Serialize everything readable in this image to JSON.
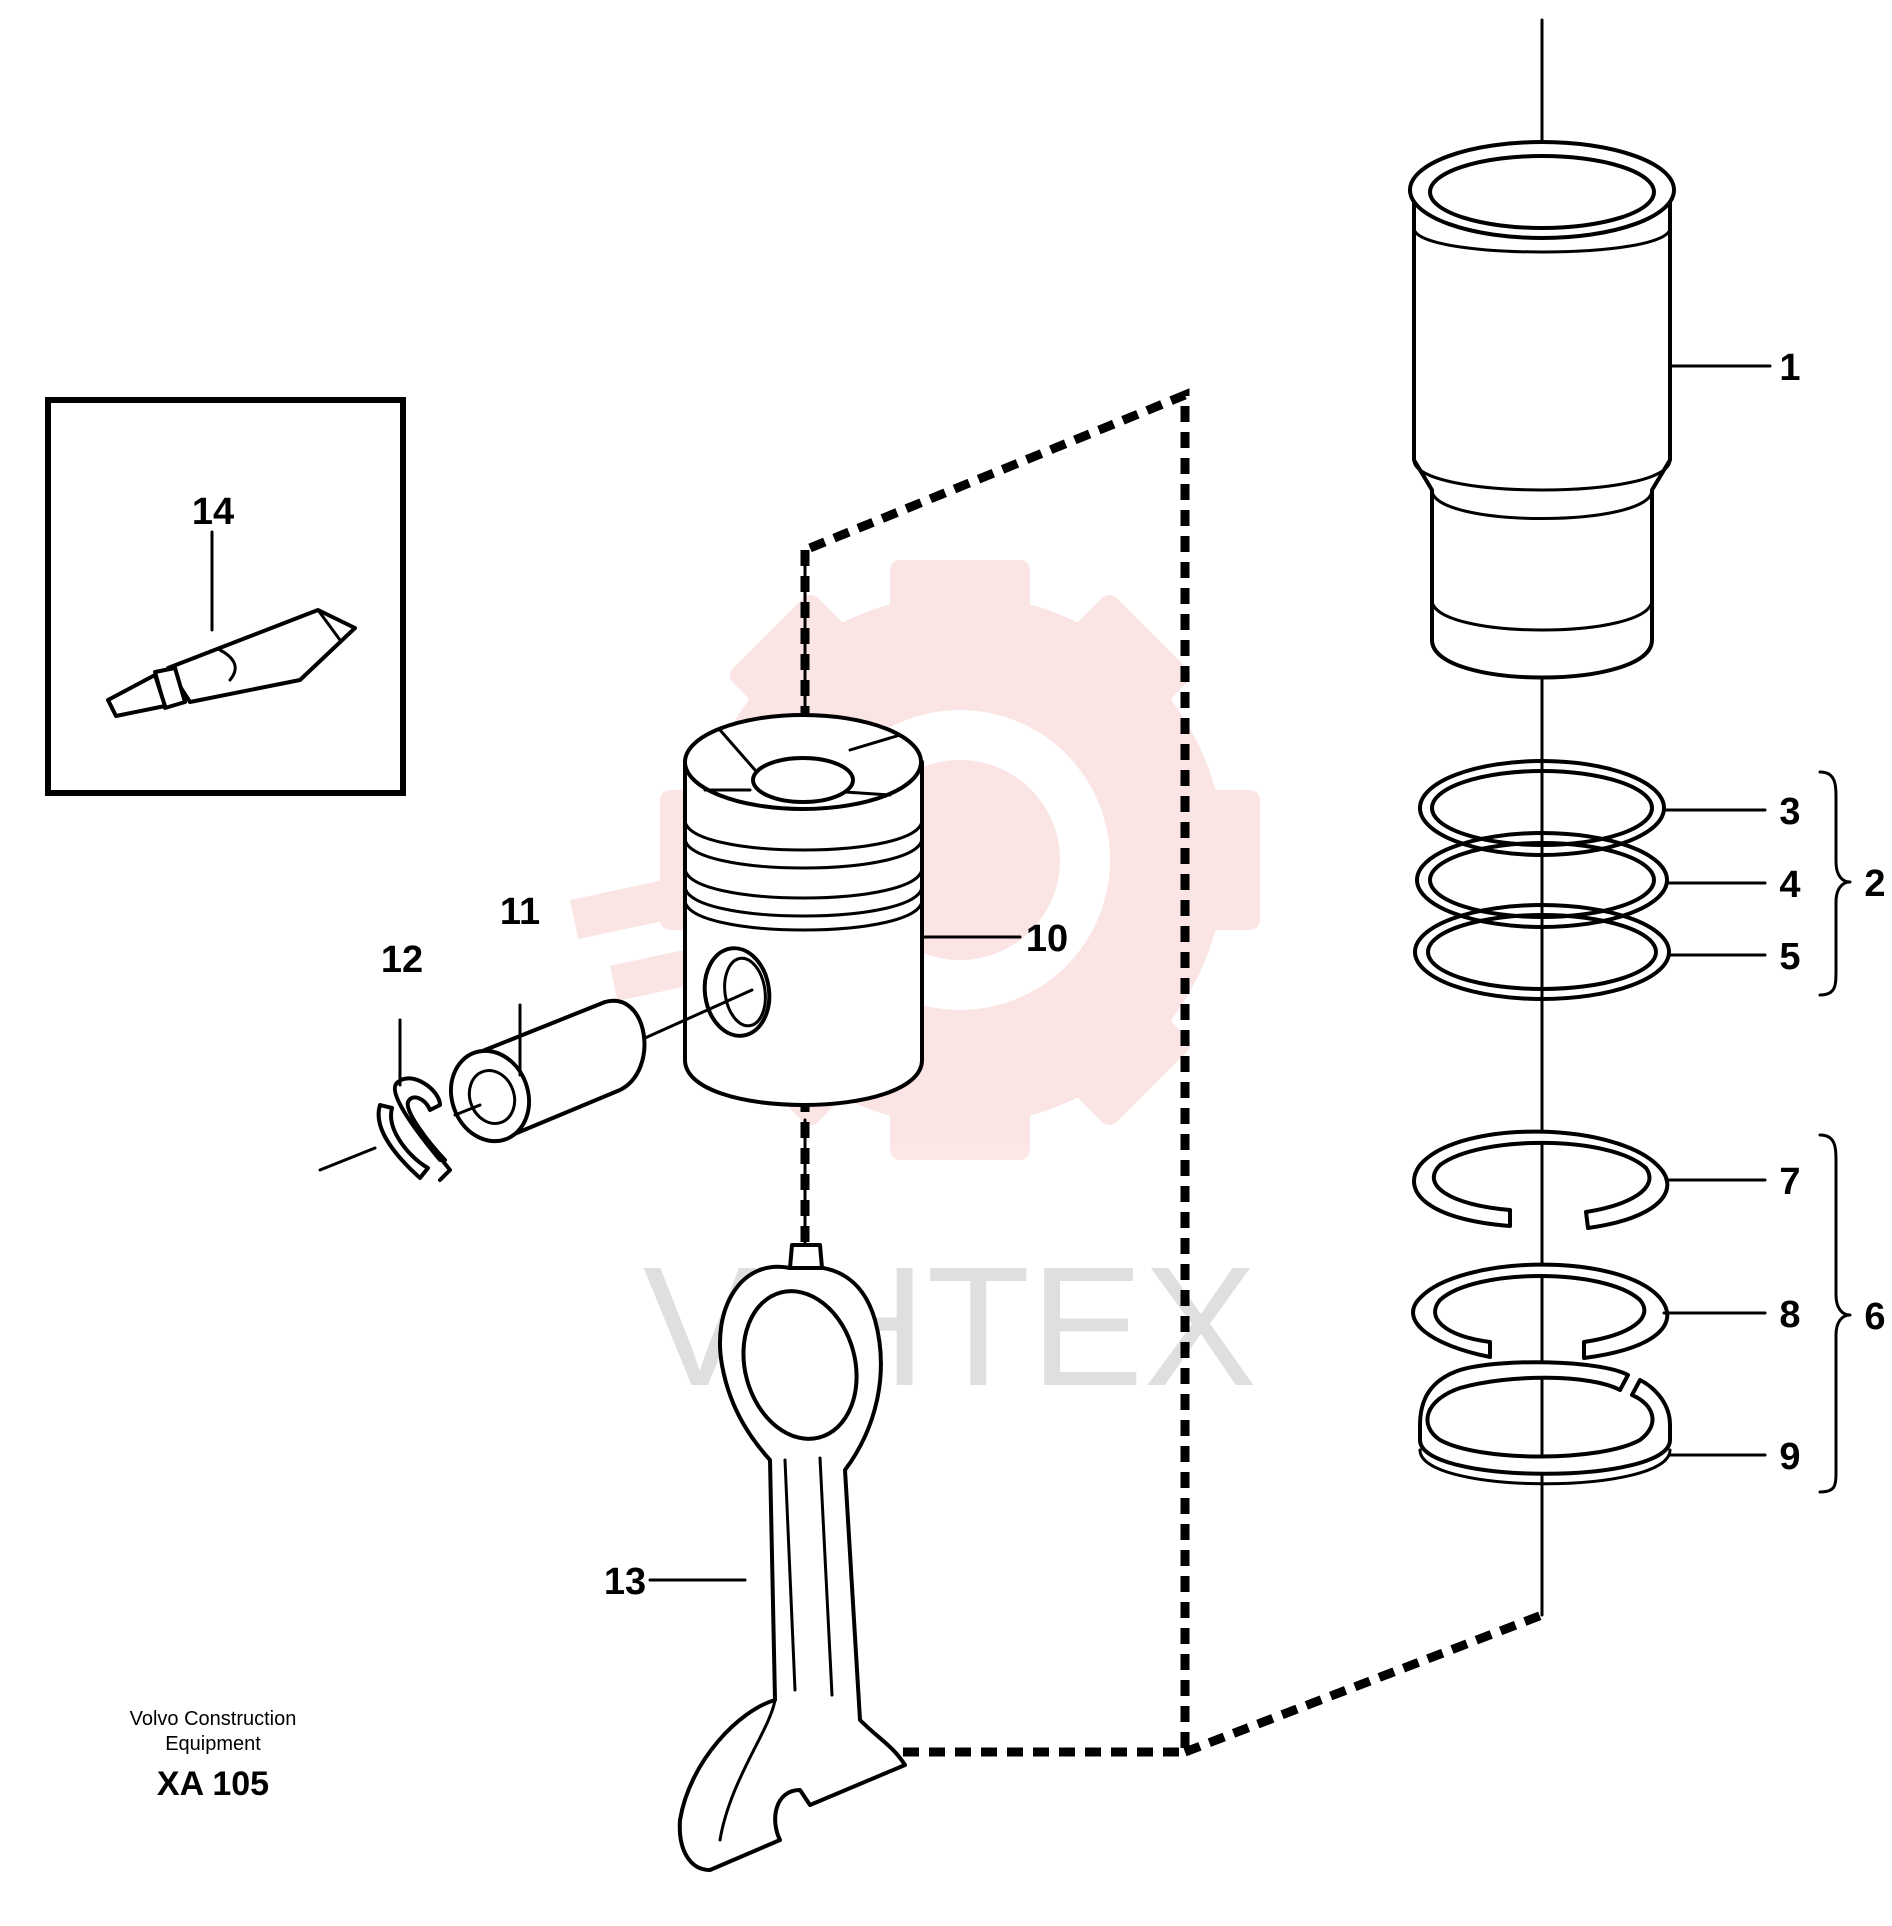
{
  "diagram": {
    "callouts": {
      "c1": "1",
      "c2": "2",
      "c3": "3",
      "c4": "4",
      "c5": "5",
      "c6": "6",
      "c7": "7",
      "c8": "8",
      "c9": "9",
      "c10": "10",
      "c11": "11",
      "c12": "12",
      "c13": "13",
      "c14": "14"
    },
    "caption": {
      "line1": "Volvo Construction",
      "line2": "Equipment",
      "code": "XA 105"
    },
    "watermark": {
      "text": "VIHTEX",
      "color": "#e83a3a"
    }
  }
}
